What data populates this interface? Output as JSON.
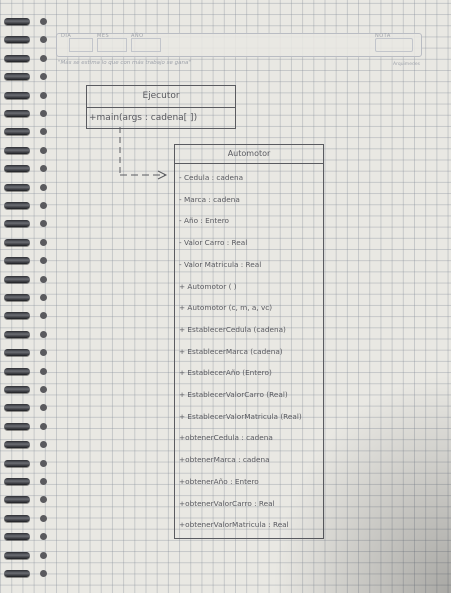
{
  "notebook": {
    "header_labels": [
      "DIA",
      "MES",
      "AÑO",
      "NOTA"
    ],
    "motto": "\"Más se estima lo que con más trabajo se gana\"",
    "brand": "Arquimedes"
  },
  "diagram": {
    "classes": [
      {
        "id": "ejecutor",
        "name": "Ejecutor",
        "members": [
          "+main(args : cadena[ ])"
        ]
      },
      {
        "id": "automotor",
        "name": "Automotor",
        "members": [
          "- Cedula : cadena",
          "- Marca : cadena",
          "- Año : Entero",
          "- Valor Carro : Real",
          "- Valor Matricula : Real",
          "+ Automotor ( )",
          "+ Automotor (c, m, a, vc)",
          "+ EstablecerCedula (cadena)",
          "+ EstablecerMarca (cadena)",
          "+ EstablecerAño (Entero)",
          "+ EstablecerValorCarro (Real)",
          "+ EstablecerValorMatricula (Real)",
          "+obtenerCedula : cadena",
          "+obtenerMarca : cadena",
          "+obtenerAño : Entero",
          "+obtenerValorCarro : Real",
          "+obtenerValorMatricula : Real"
        ]
      }
    ],
    "relations": [
      {
        "from": "ejecutor",
        "to": "automotor",
        "type": "dependency"
      }
    ]
  }
}
